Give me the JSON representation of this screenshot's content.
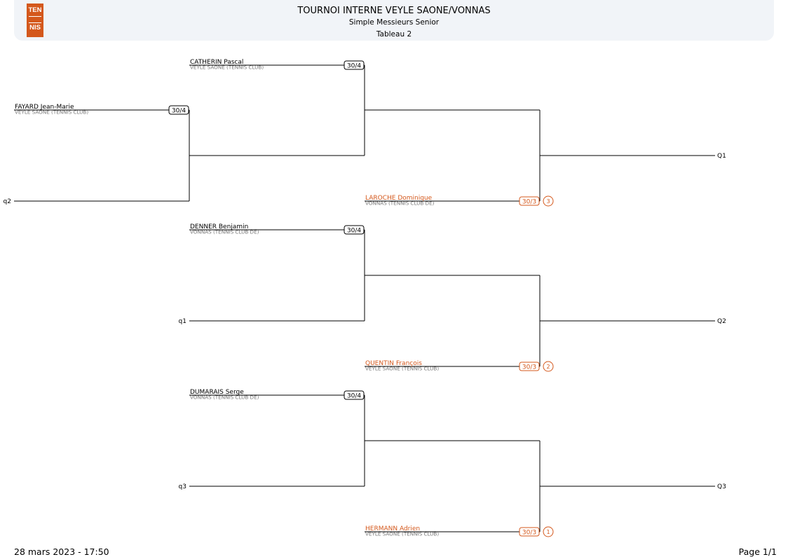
{
  "header": {
    "logo_top": "TEN",
    "logo_bottom": "NIS",
    "title": "TOURNOI INTERNE VEYLE SAONE/VONNAS",
    "subtitle": "Simple Messieurs Senior",
    "table": "Tableau 2"
  },
  "colors": {
    "seed": "#d4581c",
    "line": "#000000",
    "club": "#777777"
  },
  "players": [
    {
      "name": "CATHERIN Pascal",
      "club": "VEYLE SAONE (TENNIS CLUB)",
      "rank": "30/4",
      "seed": ""
    },
    {
      "name": "FAYARD Jean-Marie",
      "club": "VEYLE SAONE (TENNIS CLUB)",
      "rank": "30/4",
      "seed": ""
    },
    {
      "name": "LAROCHE Dominique",
      "club": "VONNAS (TENNIS CLUB DE)",
      "rank": "30/3",
      "seed": "3"
    },
    {
      "name": "DENNER Benjamin",
      "club": "VONNAS (TENNIS CLUB DE)",
      "rank": "30/4",
      "seed": ""
    },
    {
      "name": "QUENTIN François",
      "club": "VEYLE SAONE (TENNIS CLUB)",
      "rank": "30/3",
      "seed": "2"
    },
    {
      "name": "DUMARAIS Serge",
      "club": "VONNAS (TENNIS CLUB DE)",
      "rank": "30/4",
      "seed": ""
    },
    {
      "name": "HERMANN Adrien",
      "club": "VEYLE SAONE (TENNIS CLUB)",
      "rank": "30/3",
      "seed": "1"
    }
  ],
  "qualifier_entries": [
    "q2",
    "q1",
    "q3"
  ],
  "qualifier_outputs": [
    "Q1",
    "Q2",
    "Q3"
  ],
  "footer": {
    "date": "28 mars 2023 - 17:50",
    "page": "Page 1/1"
  }
}
